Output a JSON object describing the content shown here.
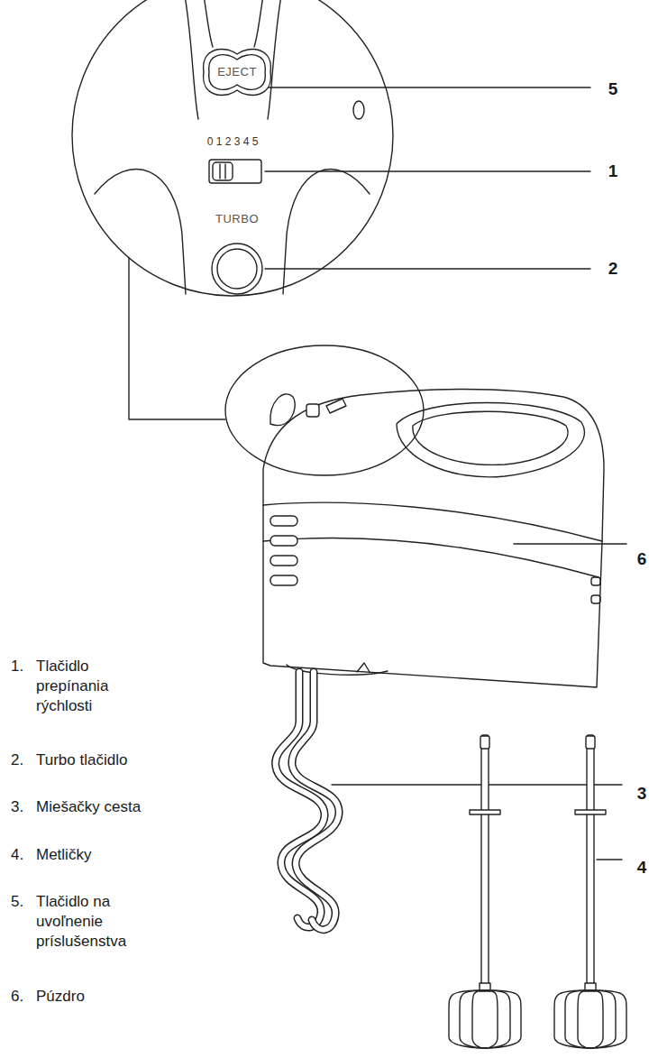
{
  "diagram": {
    "labels": [
      "EJECT",
      "5",
      "0 1 2 3 4 5",
      "1",
      "TURBO",
      "2",
      "6",
      "3",
      "4",
      "1.",
      "Tlačidlo prepínania rýchlosti",
      "2.",
      "Turbo tlačidlo",
      "3.",
      "Miešačky cesta",
      "4.",
      "Metličky",
      "5.",
      "Tlačidlo na uvoľnenie príslušenstva",
      "6.",
      "Púzdro"
    ]
  }
}
